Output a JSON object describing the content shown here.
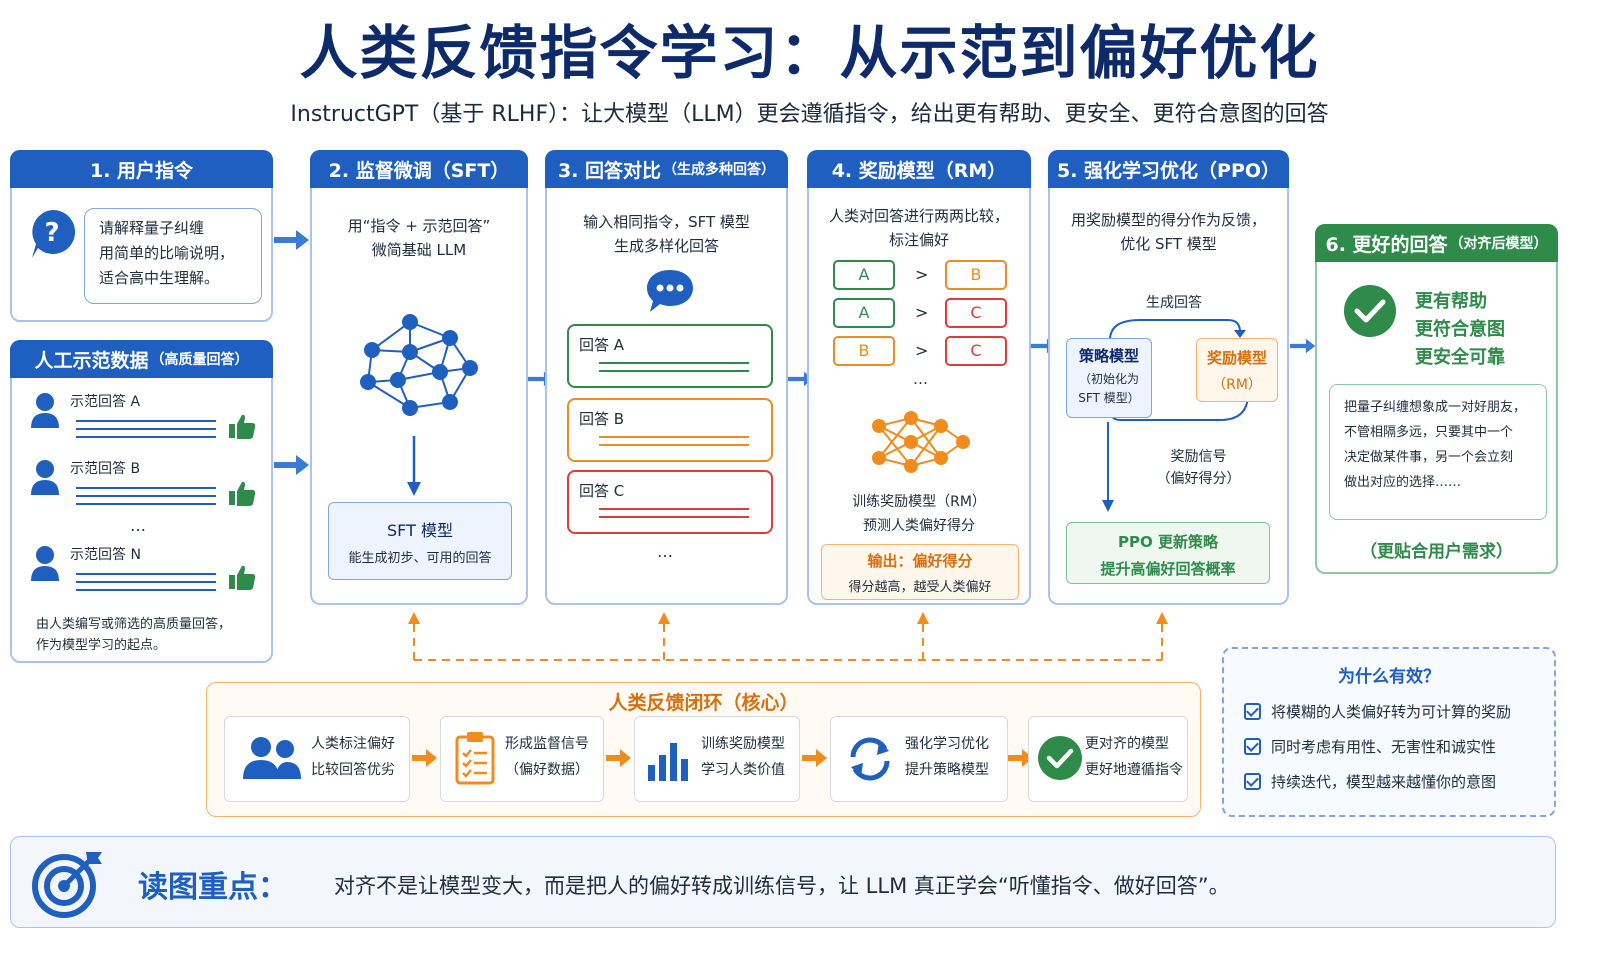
{
  "title": "人类反馈指令学习：从示范到偏好优化",
  "subtitle": "InstructGPT（基于 RLHF）：让大模型（LLM）更会遵循指令，给出更有帮助、更安全、更符合意图的回答",
  "step1": {
    "header": "1. 用户指令",
    "prompt_lines": [
      "请解释量子纠缠",
      "用简单的比喻说明，",
      "适合高中生理解。"
    ]
  },
  "demo": {
    "header": "人工示范数据",
    "header_note": "（高质量回答）",
    "items": [
      "示范回答 A",
      "示范回答 B",
      "示范回答 N"
    ],
    "ellipsis": "…",
    "footer_lines": [
      "由人类编写或筛选的高质量回答，",
      "作为模型学习的起点。"
    ]
  },
  "step2": {
    "header": "2. 监督微调（SFT）",
    "desc_lines": [
      "用“指令 + 示范回答”",
      "微简基础 LLM"
    ],
    "result_title": "SFT 模型",
    "result_sub": "能生成初步、可用的回答"
  },
  "step3": {
    "header": "3. 回答对比",
    "header_note": "（生成多种回答）",
    "desc_lines": [
      "输入相同指令，SFT 模型",
      "生成多样化回答"
    ],
    "answers": [
      "回答 A",
      "回答 B",
      "回答 C"
    ],
    "ellipsis": "…"
  },
  "step4": {
    "header": "4. 奖励模型（RM）",
    "desc_lines": [
      "人类对回答进行两两比较，",
      "标注偏好"
    ],
    "comparisons": [
      {
        "left": "A",
        "op": ">",
        "right": "B"
      },
      {
        "left": "A",
        "op": ">",
        "right": "C"
      },
      {
        "left": "B",
        "op": ">",
        "right": "C"
      }
    ],
    "ellipsis": "…",
    "train_lines": [
      "训练奖励模型（RM）",
      "预测人类偏好得分"
    ],
    "output_title": "输出：偏好得分",
    "output_sub": "得分越高，越受人类偏好"
  },
  "step5": {
    "header": "5. 强化学习优化（PPO）",
    "desc_lines": [
      "用奖励模型的得分作为反馈，",
      "优化 SFT 模型"
    ],
    "gen_label": "生成回答",
    "policy_title": "策略模型",
    "policy_sub_lines": [
      "（初始化为",
      "SFT 模型）"
    ],
    "rm_title": "奖励模型",
    "rm_sub": "（RM）",
    "reward_lines": [
      "奖励信号",
      "（偏好得分）"
    ],
    "ppo_lines": [
      "PPO 更新策略",
      "提升高偏好回答概率"
    ]
  },
  "step6": {
    "header": "6. 更好的回答",
    "header_note": "（对齐后模型）",
    "benefits": [
      "更有帮助",
      "更符合意图",
      "更安全可靠"
    ],
    "answer_lines": [
      "把量子纠缠想象成一对好朋友，",
      "不管相隔多远，只要其中一个",
      "决定做某件事，另一个会立刻",
      "做出对应的选择……"
    ],
    "footer": "（更贴合用户需求）"
  },
  "loop": {
    "title": "人类反馈闭环（核心）",
    "steps": [
      {
        "icon": "people-icon",
        "lines": [
          "人类标注偏好",
          "比较回答优劣"
        ]
      },
      {
        "icon": "clipboard-icon",
        "lines": [
          "形成监督信号",
          "（偏好数据）"
        ]
      },
      {
        "icon": "bar-chart-icon",
        "lines": [
          "训练奖励模型",
          "学习人类价值"
        ]
      },
      {
        "icon": "refresh-icon",
        "lines": [
          "强化学习优化",
          "提升策略模型"
        ]
      },
      {
        "icon": "check-icon",
        "lines": [
          "更对齐的模型",
          "更好地遵循指令"
        ]
      }
    ]
  },
  "why": {
    "title": "为什么有效？",
    "items": [
      "将模糊的人类偏好转为可计算的奖励",
      "同时考虑有用性、无害性和诚实性",
      "持续迭代，模型越来越懂你的意图"
    ]
  },
  "keypoint": {
    "label": "读图重点：",
    "text": "对齐不是让模型变大，而是把人的偏好转成训练信号，让 LLM 真正学会“听懂指令、做好回答”。"
  },
  "colors": {
    "blue": "#1f5fbf",
    "navy": "#0d2a6b",
    "green": "#2e8b4a",
    "orange": "#f08c1e",
    "red": "#e03c3c"
  }
}
